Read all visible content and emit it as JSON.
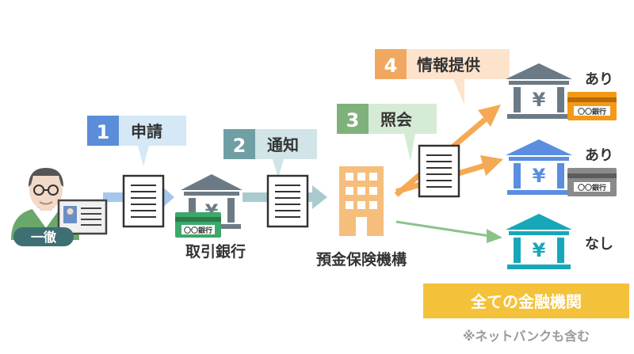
{
  "person": {
    "name": "一徹"
  },
  "steps": [
    {
      "number": "1",
      "label": "申請"
    },
    {
      "number": "2",
      "label": "通知"
    },
    {
      "number": "3",
      "label": "照会"
    },
    {
      "number": "4",
      "label": "情報提供"
    }
  ],
  "nodes": {
    "origin_bank": {
      "label": "取引銀行",
      "card_text": "〇〇銀行",
      "yen": "¥"
    },
    "deposit_insurance": {
      "label": "預金保険機構"
    }
  },
  "results": [
    {
      "status": "あり",
      "card_text": "〇〇銀行",
      "yen": "¥"
    },
    {
      "status": "あり",
      "card_text": "〇〇銀行",
      "yen": "¥"
    },
    {
      "status": "なし",
      "yen": "¥"
    }
  ],
  "banner": {
    "title": "全ての金融機関",
    "note": "※ネットバンクも含む"
  },
  "colors": {
    "step1": "#5b8dd9",
    "step1_bg": "#d4e8f6",
    "step2": "#6f9fa4",
    "step2_bg": "#d1e4e7",
    "step3": "#7fb27a",
    "step3_bg": "#d6ebd6",
    "step4": "#f0a860",
    "step4_bg": "#fde3cc",
    "bank_gray": "#6c7a85",
    "bank_blue": "#5b8ee0",
    "bank_teal": "#17a7b8",
    "card_orange": "#f29a16",
    "card_gray": "#8a8a8a",
    "card_green": "#3ea86a",
    "building": "#f5be7d",
    "arrow_orange": "#f5a953",
    "arrow_green": "#8bc288",
    "banner": "#f4c13a"
  }
}
